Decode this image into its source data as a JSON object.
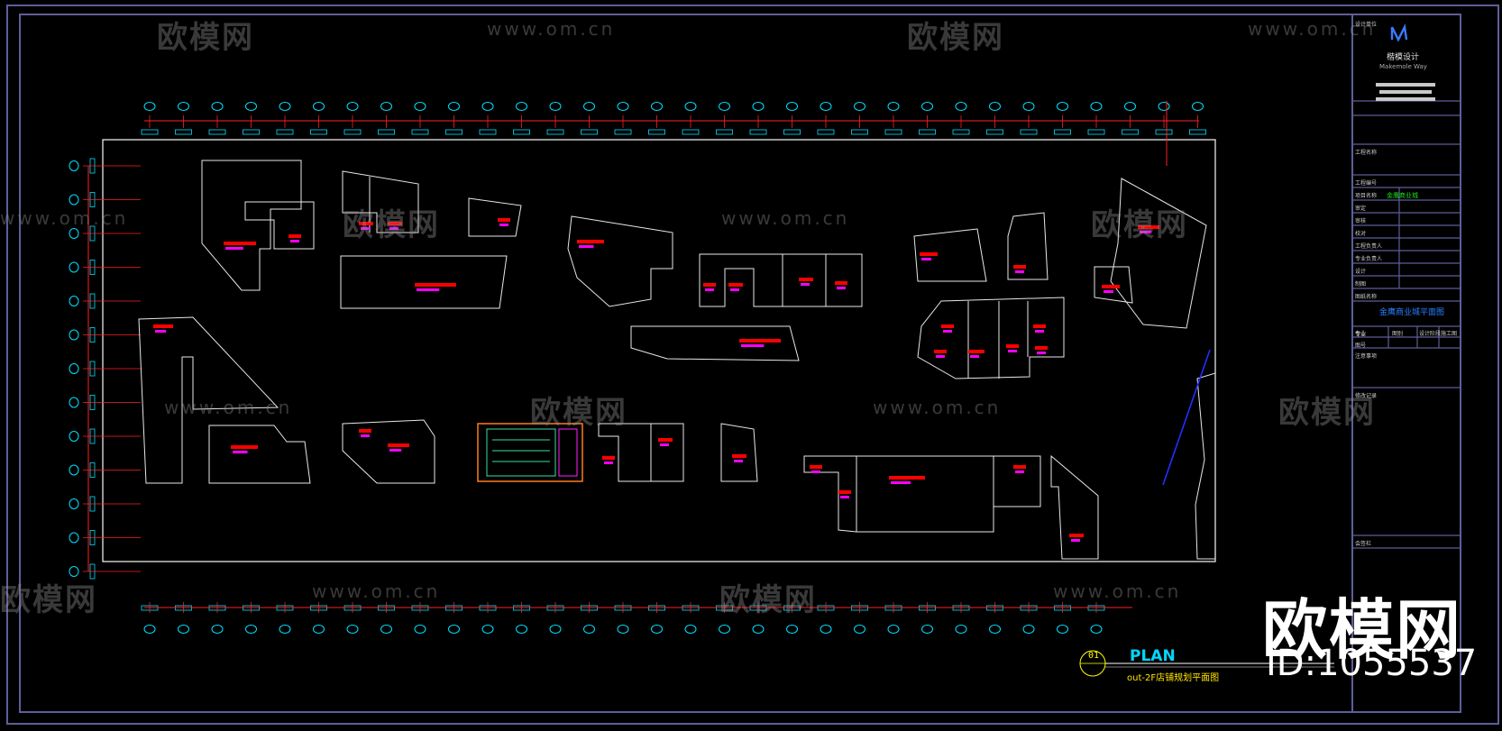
{
  "drawing": {
    "plan_title": "PLAN",
    "plan_subtitle": "out-2F店铺规划平面图",
    "plan_number": "01"
  },
  "title_block": {
    "logo_icon": "m-logo-icon",
    "company": "楷模设计",
    "company_en": "Makemole Way",
    "row_labels": [
      "设计单位",
      "工程名称",
      "工程编号",
      "项目名称",
      "审定",
      "审核",
      "校对",
      "工程负责人",
      "专业负责人",
      "设计",
      "制图",
      "图纸名称",
      "专业",
      "图号",
      "注意事项",
      "修改记录",
      "会签栏"
    ],
    "project_value": "金鹰商业城",
    "drawing_name_value": "金鹰商业城平面图",
    "stage_cells": [
      "专业",
      "图别",
      "设计阶段",
      "施工图"
    ]
  },
  "watermark": {
    "cn": "欧模网",
    "url": "www.om.cn",
    "brand": "欧模网",
    "id": "ID:1055537"
  },
  "colors": {
    "frame": "#5e5e9a",
    "outline": "#e8e8e8",
    "dim": "#ff2020",
    "axis": "#00e0ff",
    "label_red": "#ff0000",
    "label_magenta": "#ff00ff",
    "sheet_blue": "#2030ff"
  }
}
